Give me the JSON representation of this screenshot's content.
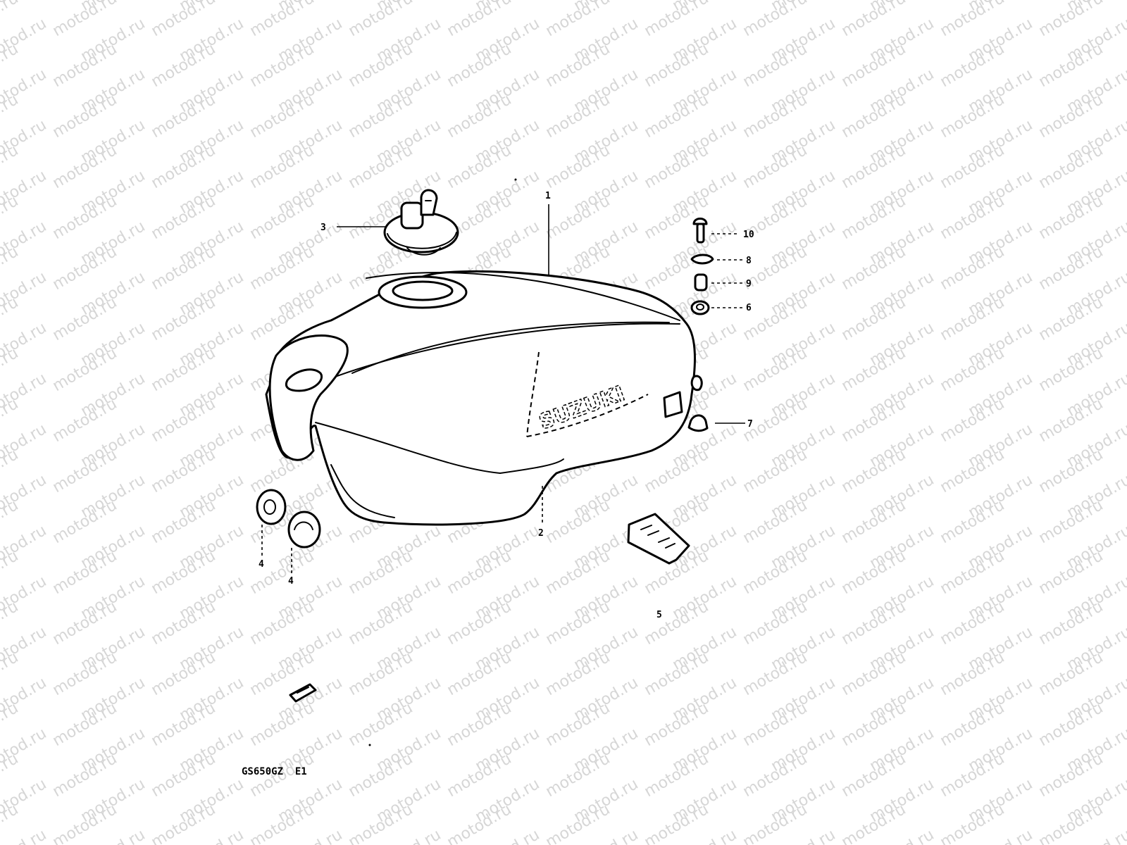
{
  "diagram": {
    "model_code": "GS650GZ  E1",
    "watermark_text": "motod.ru",
    "callouts": [
      {
        "id": "c1",
        "label": "1"
      },
      {
        "id": "c2",
        "label": "2"
      },
      {
        "id": "c3",
        "label": "3"
      },
      {
        "id": "c4a",
        "label": "4"
      },
      {
        "id": "c4b",
        "label": "4"
      },
      {
        "id": "c5",
        "label": "5"
      },
      {
        "id": "c6",
        "label": "6"
      },
      {
        "id": "c7",
        "label": "7"
      },
      {
        "id": "c8",
        "label": "8"
      },
      {
        "id": "c9",
        "label": "9"
      },
      {
        "id": "c10",
        "label": "10"
      }
    ],
    "tank_emblem_text": "SUZUKI"
  }
}
